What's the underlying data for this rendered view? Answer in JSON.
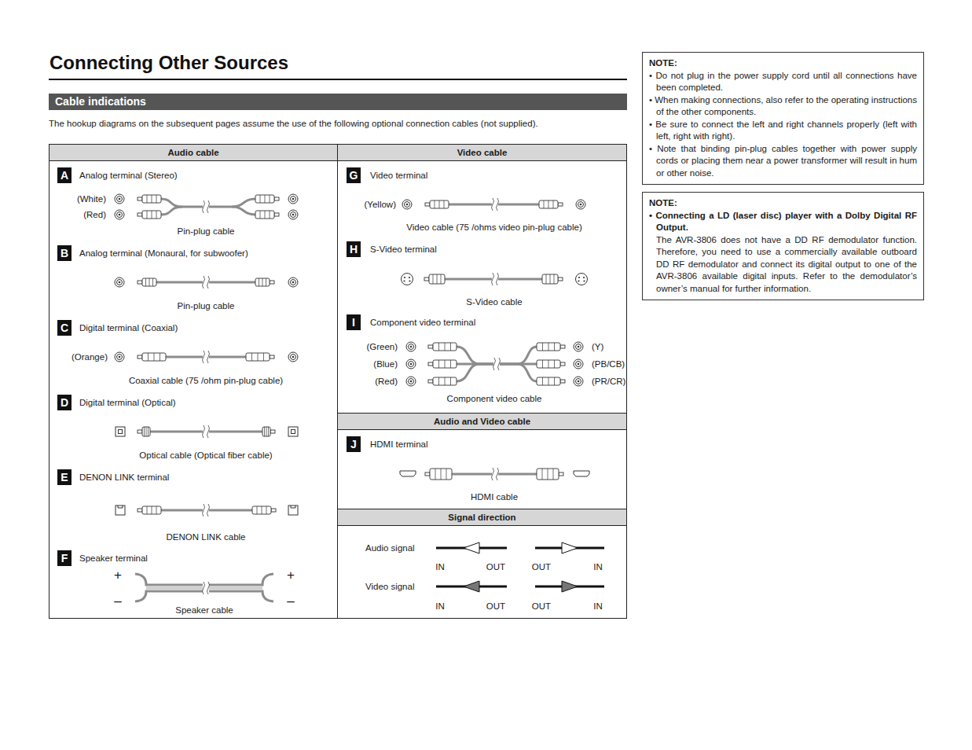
{
  "diagram": {
    "title": "Connecting Other Sources",
    "nodes": [
      {
        "text": [
          "Cable indications"
        ]
      },
      {
        "text": [
          "Audio cable"
        ]
      },
      {
        "text": [
          "A"
        ],
        "in": 1
      },
      {
        "text": [
          "B"
        ],
        "in": 1
      },
      {
        "text": [
          "C"
        ],
        "in": 1
      },
      {
        "text": [
          "D"
        ],
        "in": 1
      },
      {
        "text": [
          "E"
        ],
        "in": 1
      },
      {
        "text": [
          "F"
        ],
        "in": 1
      },
      {
        "text": [
          "Video cable"
        ]
      },
      {
        "text": [
          "G"
        ],
        "in": 8
      },
      {
        "text": [
          "H"
        ],
        "in": 8
      },
      {
        "text": [
          "I"
        ],
        "in": 8
      },
      {
        "text": [
          "Audio and Video cable"
        ]
      },
      {
        "text": [
          "J"
        ],
        "in": 12
      },
      {
        "text": [
          "Signal direction"
        ]
      },
      {
        "text": [
          "NOTE:",
          "• Do not plug in the power supply cord until all connections have been completed.",
          "• When making connections, also refer to the operating instructions of the other components.",
          "• Be sure to connect the left and right channels properly (left with left, right with right).",
          "• Note that binding pin-plug cables together with power supply cords or placing them near a power transformer will result in hum or other noise."
        ]
      },
      {
        "text": [
          "NOTE:",
          "• Connecting a LD (laser disc) player with a Dolby Digital RF Output.",
          "The AVR-3806 does not have a DD RF demodulator function. Therefore, you need to use a commercially available outboard DD RF demodulator and connect its digital output to one of the AVR-3806 available digital inputs. Refer to the demodulator’s owner’s manual for further information."
        ]
      }
    ],
    "labels": [
      "The hookup diagrams on the subsequent pages assume the use of the following optional connection cables (not supplied).",
      "Analog terminal (Stereo)",
      "(White)",
      "(Red)",
      "Pin-plug cable",
      "Analog terminal (Monaural, for subwoofer)",
      "Pin-plug cable",
      "Digital terminal (Coaxial)",
      "(Orange)",
      "Coaxial cable (75 /ohm pin-plug cable)",
      "Digital terminal (Optical)",
      "Optical cable (Optical fiber cable)",
      "DENON LINK terminal",
      "DENON LINK cable",
      "Speaker terminal",
      "+",
      "+",
      "–",
      "–",
      "Speaker cable",
      "Video terminal",
      "(Yellow)",
      "Video cable (75 /ohms video pin-plug cable)",
      "S-Video terminal",
      "S-Video cable",
      "Component video terminal",
      "(Green)",
      "(Blue)",
      "(Red)",
      "(Y)",
      "(PB/CB)",
      "(PR/CR)",
      "Component video cable",
      "HDMI terminal",
      "HDMI cable",
      "Audio signal",
      "IN",
      "OUT",
      "OUT",
      "IN",
      "Video signal",
      "IN",
      "OUT",
      "OUT",
      "IN"
    ]
  }
}
